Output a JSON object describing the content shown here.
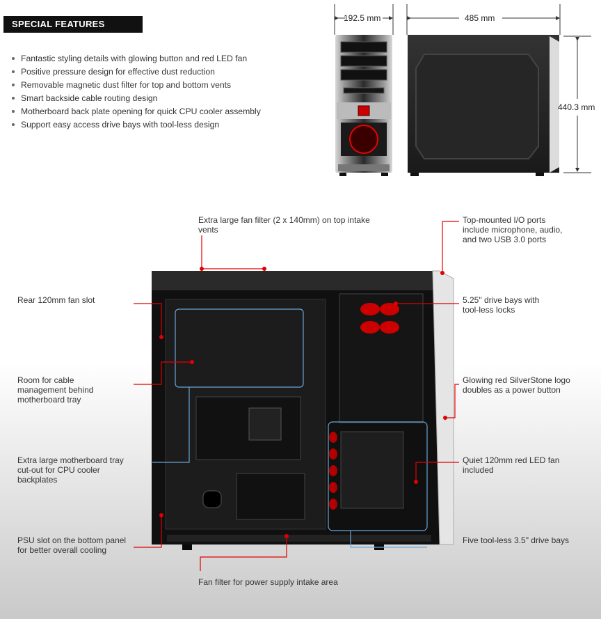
{
  "header": {
    "title": "SPECIAL FEATURES"
  },
  "features": [
    "Fantastic styling details with glowing button and red LED fan",
    "Positive pressure design for effective dust reduction",
    "Removable magnetic dust filter for top and bottom vents",
    "Smart backside cable routing design",
    "Motherboard back plate opening for quick CPU cooler assembly",
    "Support easy access drive bays with tool-less design"
  ],
  "dimensions": {
    "width": "192.5 mm",
    "depth": "485 mm",
    "height": "440.3 mm"
  },
  "callouts": {
    "top_filter": [
      "Extra large fan filter (2 x 140mm) on top intake",
      "vents"
    ],
    "io_ports": [
      "Top-mounted I/O ports",
      "include microphone, audio,",
      "and two USB 3.0 ports"
    ],
    "rear_fan": [
      "Rear 120mm fan slot"
    ],
    "drive_bays": [
      "5.25\" drive bays with",
      "tool-less locks"
    ],
    "cable_room": [
      "Room for cable",
      "management behind",
      "motherboard tray"
    ],
    "logo": [
      "Glowing red SilverStone logo",
      "doubles as a power button"
    ],
    "cutout": [
      "Extra large motherboard tray",
      "cut-out for CPU cooler",
      "backplates"
    ],
    "led_fan": [
      "Quiet 120mm red LED fan",
      "included"
    ],
    "psu": [
      "PSU slot on the bottom panel",
      "for better overall cooling"
    ],
    "hdd_bays": [
      "Five tool-less 3.5\" drive bays"
    ],
    "bottom_filter": [
      "Fan filter for power supply intake area"
    ]
  },
  "colors": {
    "accent": "#e00000",
    "blue_outline": "#6aa6d8",
    "case_dark": "#1c1c1c"
  }
}
